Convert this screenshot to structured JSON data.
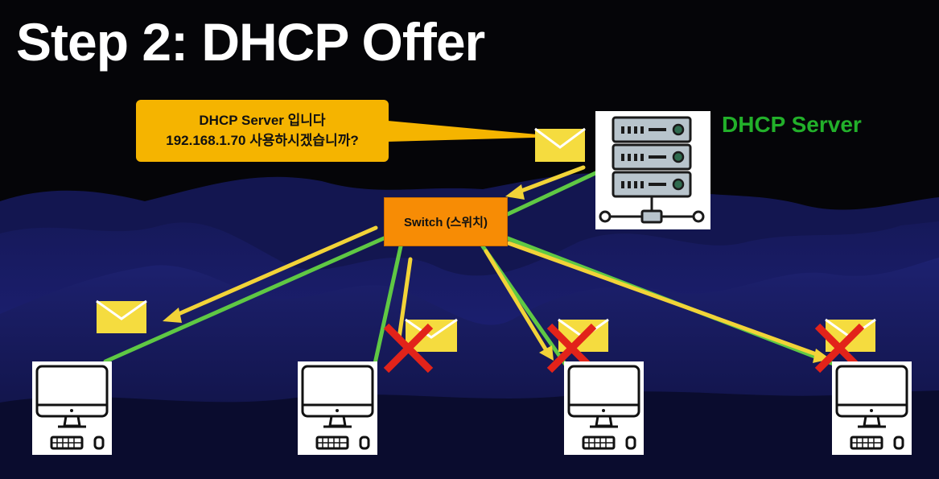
{
  "title": "Step 2: DHCP Offer",
  "message": {
    "line1": "DHCP Server 입니다",
    "line2": "192.168.1.70 사용하시겠습니까?"
  },
  "server_label": "DHCP Server",
  "switch_label": "Switch (스위치)",
  "colors": {
    "background": "#050508",
    "wave": "#1a1f6b",
    "bubble": "#f5b400",
    "switch": "#f78c05",
    "server_label": "#22b02a",
    "link": "#5fc844",
    "offer_arrow": "#f2d338",
    "envelope": "#f5dc3f",
    "reject": "#e2231a"
  },
  "pcs": [
    {
      "id": "pc-1",
      "accepts_offer": true
    },
    {
      "id": "pc-2",
      "accepts_offer": false
    },
    {
      "id": "pc-3",
      "accepts_offer": false
    },
    {
      "id": "pc-4",
      "accepts_offer": false
    }
  ],
  "icons": {
    "server": "server-rack-icon",
    "pc": "desktop-computer-icon",
    "message": "envelope-icon",
    "reject": "red-x-icon"
  }
}
